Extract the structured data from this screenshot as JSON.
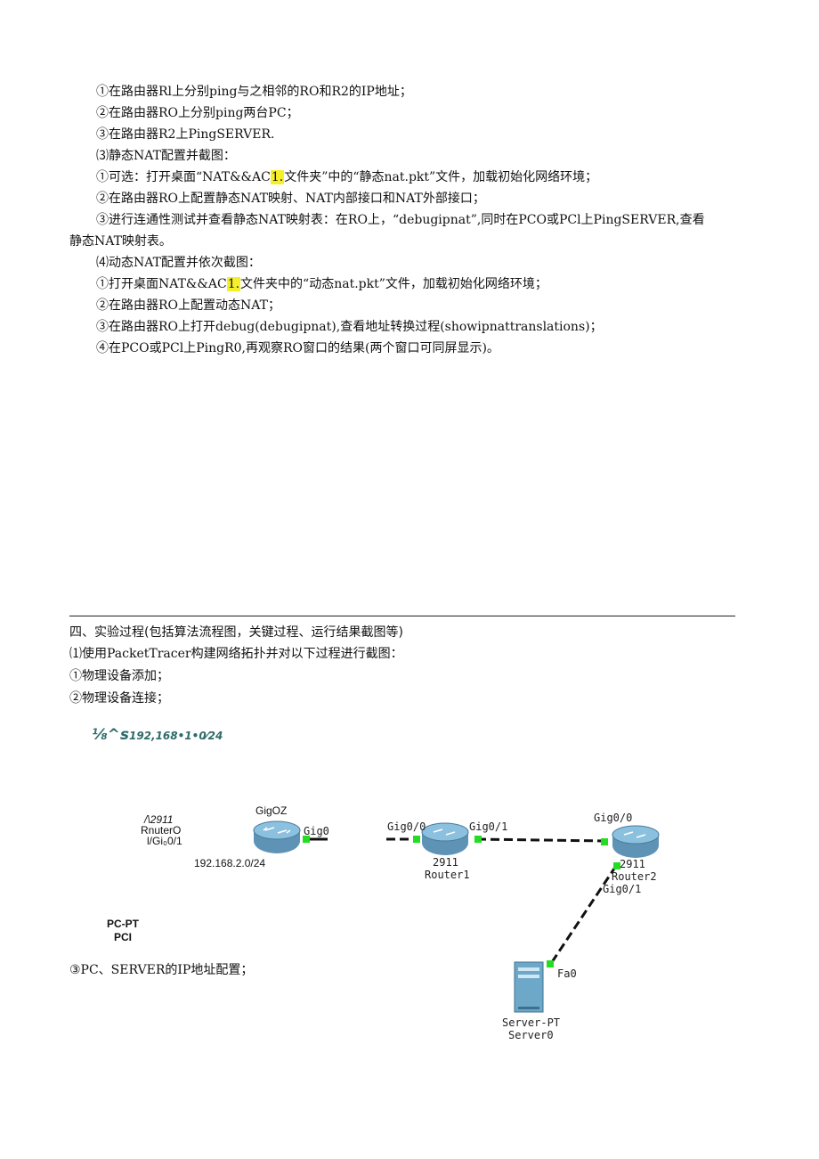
{
  "steps_top": [
    "①在路由器Rl上分别ping与之相邻的RO和R2的IP地址；",
    "②在路由器RO上分别ping两台PC；",
    "③在路由器R2上PingSERVER."
  ],
  "static_title": "⑶静态NAT配置并截图：",
  "static_1_pre": "①可选：打开桌面“NAT&&AC",
  "static_1_hl": "1.",
  "static_1_post": "文件夹”中的“静态nat.pkt”文件，加载初始化网络环境；",
  "static_2": "②在路由器RO上配置静态NAT映射、NAT内部接口和NAT外部接口；",
  "static_3a": "③进行连通性测试并查看静态NAT映射表：在RO上，“debugipnat”,同时在PCO或PCl上PingSERVER,查看",
  "static_3b": "静态NAT映射表。",
  "dynamic_title": "⑷动态NAT配置并依次截图：",
  "dynamic_1_pre": "①打开桌面NAT&&AC",
  "dynamic_1_hl": "1.",
  "dynamic_1_post": "文件夹中的“动态nat.pkt”文件，加载初始化网络环境；",
  "dynamic_2": "②在路由器RO上配置动态NAT；",
  "dynamic_3": "③在路由器RO上打开debug(debugipnat),查看地址转换过程(showipnattranslations)；",
  "dynamic_4": "④在PCO或PCl上PingR0,再观察RO窗口的结果(两个窗口可同屏显示)。",
  "section4_heading": "四、实验过程(包括算法流程图，关键过程、运行结果截图等)",
  "s4_1": "⑴使用PacketTracer构建网络拓扑并对以下过程进行截图：",
  "s4_1a": "①物理设备添加；",
  "s4_1b": "②物理设备连接；",
  "s4_1c": "③PC、SERVER的IP地址配置；",
  "garbled_main": "⅛^s",
  "garbled_sub": "192,168•1•0⁄24",
  "diagram": {
    "r0_label1": "/\\2911",
    "r0_label2": "RnuterO",
    "r0_label3": "l/Gi₀0/1",
    "r0_top_label": "GigOZ",
    "r0_right_port": "Gig0",
    "r0_subnet": "192.168.2.0/24",
    "pc_label1": "PC-PT",
    "pc_label2": "PCI",
    "r1_left_port": "Gig0/0",
    "r1_right_port": "Gig0/1",
    "r1_model": "2911",
    "r1_name": "Router1",
    "r2_top_port": "Gig0/0",
    "r2_model": "2911",
    "r2_name": "Router2",
    "r2_bottom_port": "Gig0/1",
    "server_port": "Fa0",
    "server_label1": "Server-PT",
    "server_label2": "Server0"
  },
  "colors": {
    "highlight": "#f5ef2a",
    "link_dot": "#22dd22",
    "router_body": "#6fa6c8"
  }
}
